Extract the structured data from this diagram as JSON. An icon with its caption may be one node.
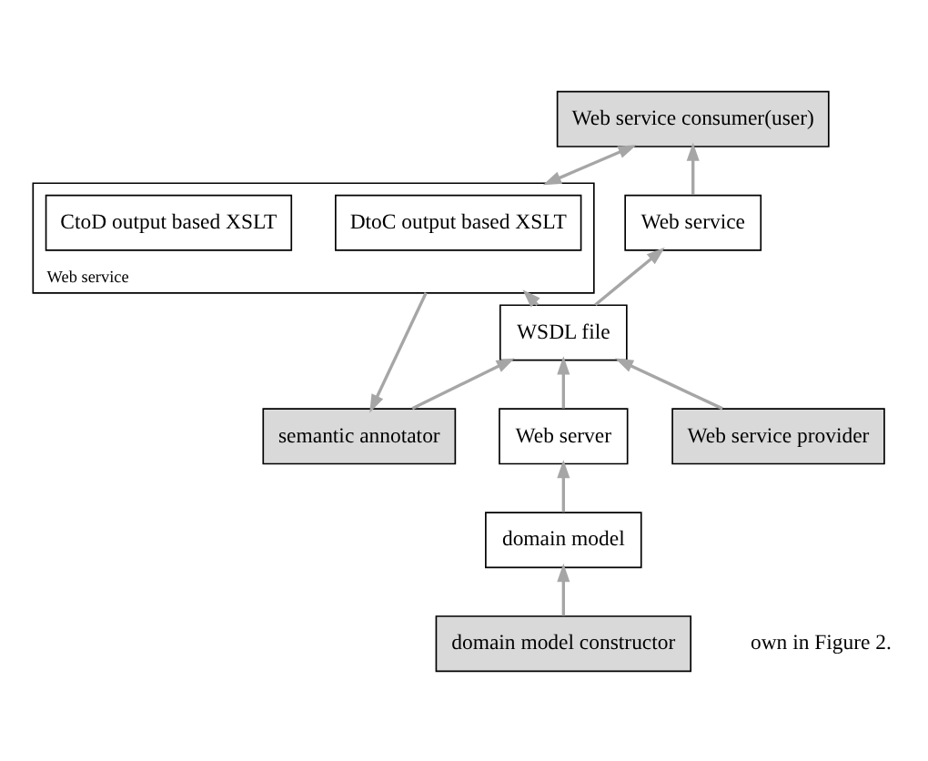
{
  "diagram": {
    "nodes": [
      {
        "text": [
          "Web service consumer(user)"
        ]
      },
      {
        "text": [
          "Web service"
        ]
      },
      {
        "text": [
          "Web service"
        ]
      },
      {
        "text": [
          "DtoC output based XSLT"
        ],
        "in": 2
      },
      {
        "text": [
          "CtoD output based XSLT"
        ],
        "in": 2
      },
      {
        "text": [
          "Web server"
        ]
      },
      {
        "text": [
          "WSDL file"
        ]
      },
      {
        "text": [
          "domain model"
        ]
      },
      {
        "text": [
          "Web service provider"
        ]
      },
      {
        "text": [
          "semantic annotator"
        ]
      },
      {
        "text": [
          "domain model constructor"
        ]
      }
    ],
    "edges": [
      {
        "from": 1,
        "to": 0,
        "arrow": "to"
      },
      {
        "from": 0,
        "to": 2,
        "arrow": "both"
      },
      {
        "from": 6,
        "to": 1,
        "arrow": "to"
      },
      {
        "from": 5,
        "to": 6,
        "arrow": "to"
      },
      {
        "from": 6,
        "to": 2,
        "arrow": "to"
      },
      {
        "from": 7,
        "to": 5,
        "arrow": "to"
      },
      {
        "from": 10,
        "to": 7,
        "arrow": "to"
      },
      {
        "from": 8,
        "to": 6,
        "arrow": "to"
      },
      {
        "from": 9,
        "to": 6,
        "arrow": "to"
      },
      {
        "from": 2,
        "to": 9,
        "arrow": "to"
      }
    ],
    "labels": [
      "own in Figure 2."
    ]
  }
}
